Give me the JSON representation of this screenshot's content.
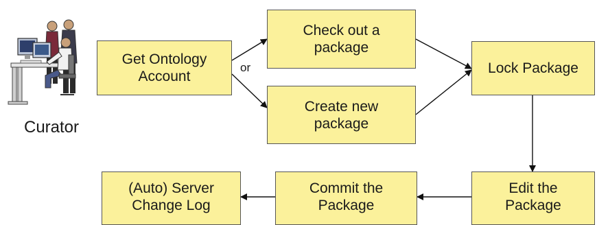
{
  "boxes": {
    "get_account": "Get Ontology\nAccount",
    "check_out": "Check out a\npackage",
    "create_new": "Create new\npackage",
    "lock": "Lock Package",
    "edit": "Edit the\nPackage",
    "commit": "Commit the\nPackage",
    "server_log": "(Auto) Server\nChange Log"
  },
  "labels": {
    "or": "or",
    "curator": "Curator"
  },
  "colors": {
    "box_fill": "#fbf19b",
    "box_border": "#555555",
    "arrow": "#111111"
  },
  "icons": {
    "curator": "people-at-computer-icon"
  }
}
